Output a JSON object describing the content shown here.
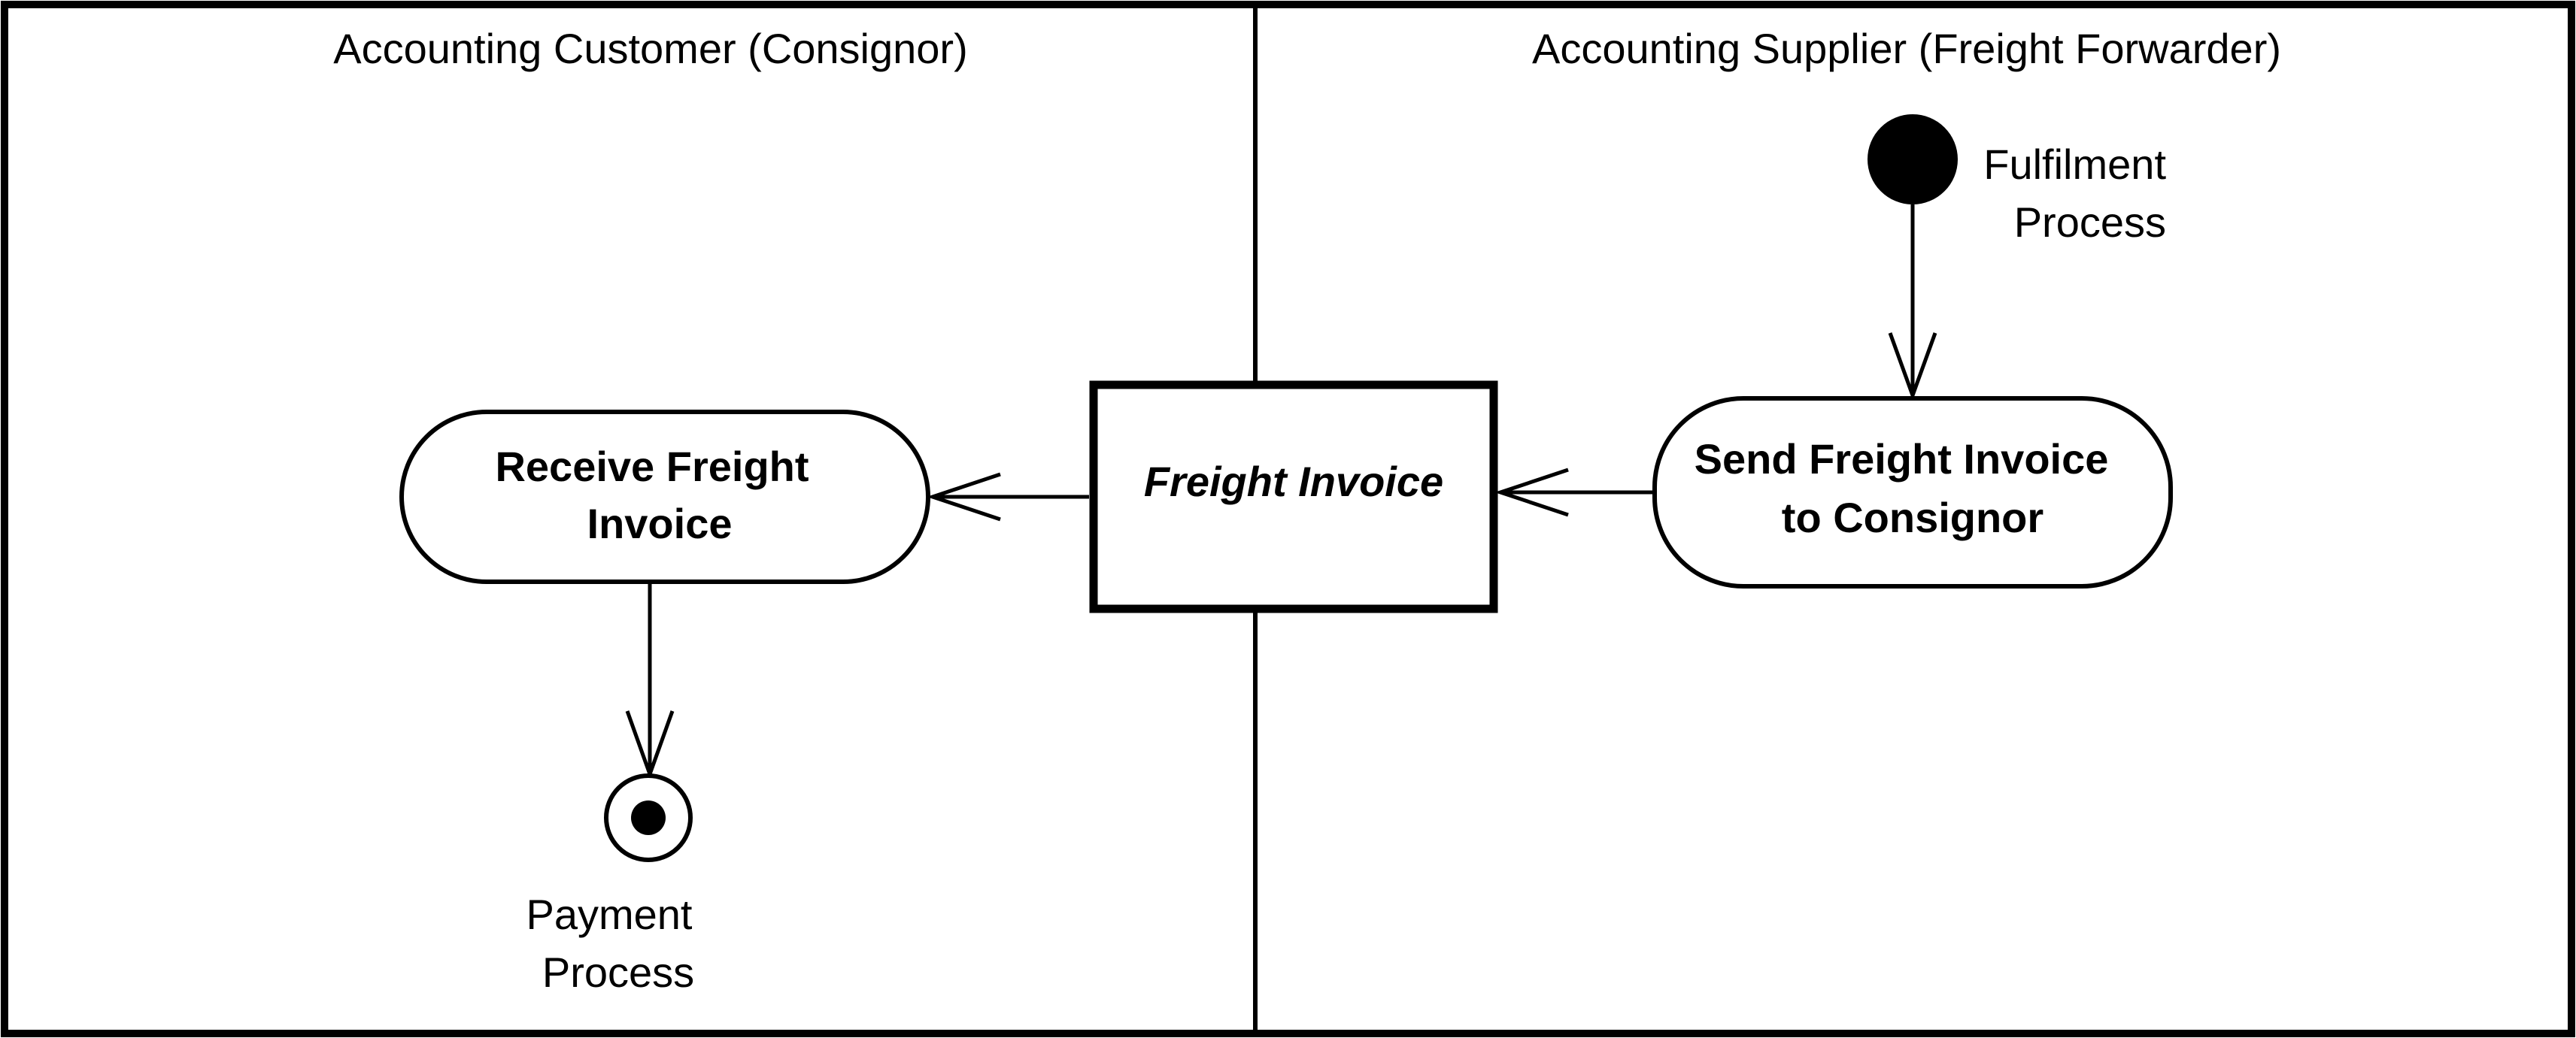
{
  "swimlanes": {
    "customer_title": "Accounting Customer (Consignor)",
    "supplier_title": "Accounting Supplier (Freight Forwarder)"
  },
  "nodes": {
    "initial_label": [
      "Fulfilment",
      "Process"
    ],
    "send_action": [
      "Send Freight Invoice",
      "to Consignor"
    ],
    "object": "Freight Invoice",
    "receive_action": [
      "Receive Freight",
      "Invoice"
    ],
    "final_label": [
      "Payment",
      "Process"
    ]
  }
}
